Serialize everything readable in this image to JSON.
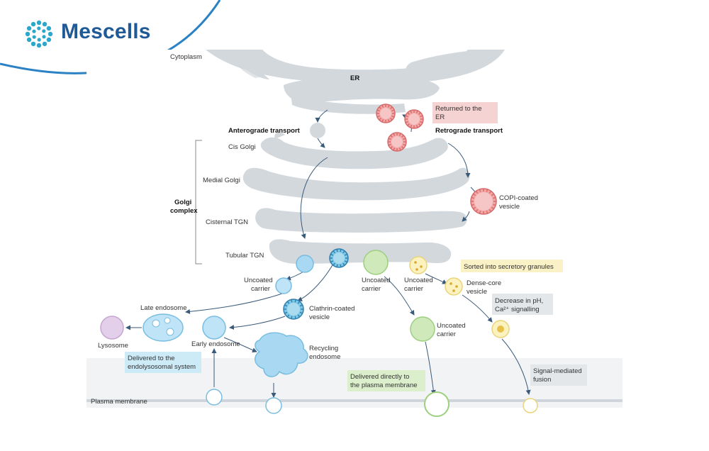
{
  "brand": {
    "name": "Mescells"
  },
  "colors": {
    "brand_blue": "#1f5a96",
    "logo_teal": "#2aa7c9",
    "membrane_gray": "#d3d8dd",
    "copi_red": "#f2a6a6",
    "clathrin_blue": "#7ec8e6",
    "green_vesicle": "#b9df9e",
    "yellow_vesicle": "#f7e89a",
    "lysosome_purple": "#dcc4e4"
  },
  "labels": {
    "cytoplasm": "Cytoplasm",
    "er": "ER",
    "returned_to_er": [
      "Returned to the",
      "ER"
    ],
    "anterograde": "Anterograde transport",
    "retrograde": "Retrograde transport",
    "cis_golgi": "Cis Golgi",
    "medial_golgi": "Medial Golgi",
    "golgi_complex": [
      "Golgi",
      "complex"
    ],
    "cisternal_tgn": "Cisternal TGN",
    "copi_vesicle": [
      "COPI-coated",
      "vesicle"
    ],
    "tubular_tgn": "Tubular TGN",
    "sorted_granules": "Sorted into secretory granules",
    "uncoated_carrier_left": [
      "Uncoated",
      "carrier"
    ],
    "uncoated_carrier_mid": [
      "Uncoated",
      "carrier"
    ],
    "uncoated_carrier_right": [
      "Uncoated",
      "carrier"
    ],
    "uncoated_carrier_lower": [
      "Uncoated",
      "carrier"
    ],
    "dense_core": [
      "Dense-core",
      "vesicle"
    ],
    "late_endosome": "Late endosome",
    "clathrin_vesicle": [
      "Clathrin-coated",
      "vesicle"
    ],
    "decrease_ph": [
      "Decrease in pH,",
      "Ca²⁺ signalling"
    ],
    "lysosome": "Lysosome",
    "early_endosome": "Early endosome",
    "recycling_endosome": [
      "Recycling",
      "endosome"
    ],
    "delivered_endolysosomal": [
      "Delivered to the",
      "endolysosomal system"
    ],
    "delivered_plasma": [
      "Delivered directly to",
      "the plasma membrane"
    ],
    "signal_fusion": [
      "Signal-mediated",
      "fusion"
    ],
    "plasma_membrane": "Plasma membrane"
  }
}
